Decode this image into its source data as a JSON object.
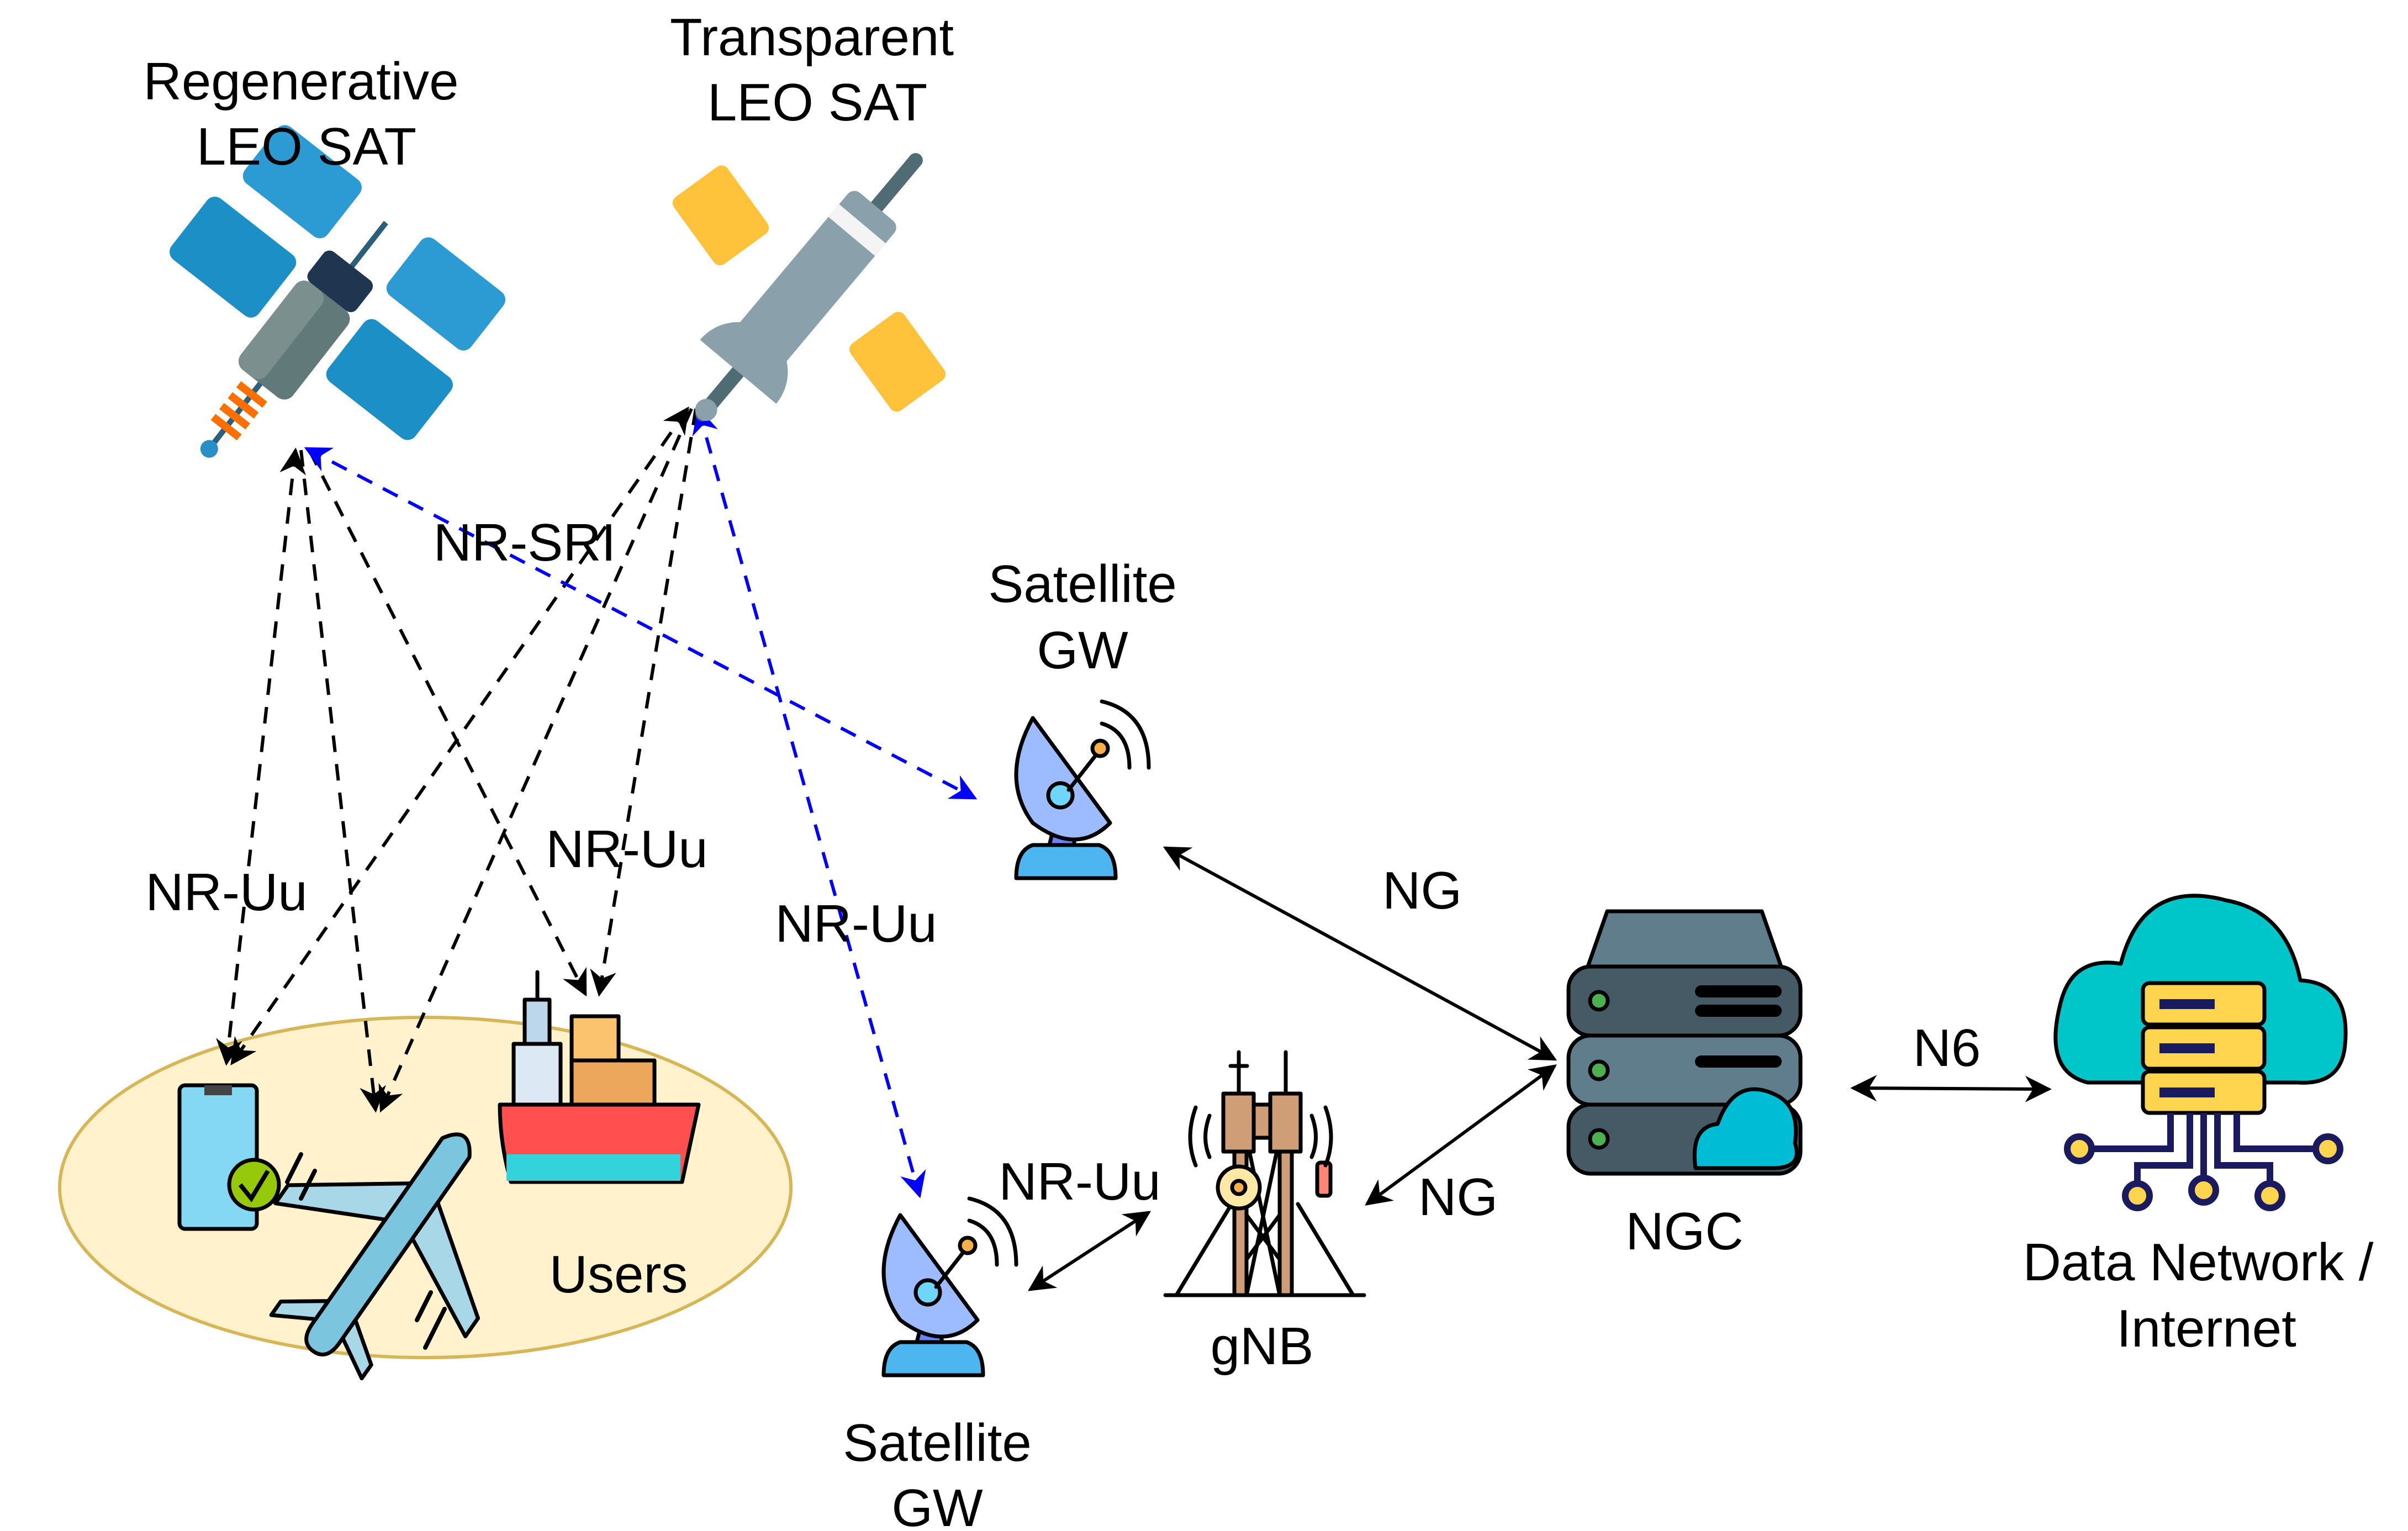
{
  "title": "NTN satellite access architecture",
  "nodes": {
    "regenerative_sat": {
      "label_line1": "Regenerative",
      "label_line2": "LEO SAT"
    },
    "transparent_sat": {
      "label_line1": "Transparent",
      "label_line2": "LEO SAT"
    },
    "sat_gw_top": {
      "label_line1": "Satellite",
      "label_line2": "GW"
    },
    "sat_gw_bottom": {
      "label_line1": "Satellite",
      "label_line2": "GW"
    },
    "gnb": {
      "label": "gNB"
    },
    "ngc": {
      "label": "NGC"
    },
    "data_network": {
      "label_line1": "Data Network /",
      "label_line2": "Internet"
    },
    "users": {
      "label": "Users",
      "members": [
        "smartphone",
        "airplane",
        "cargo-ship"
      ]
    }
  },
  "links": {
    "nr_sri": "NR-SRI",
    "nr_uu_left": "NR-Uu",
    "nr_uu_mid": "NR-Uu",
    "nr_uu_right": "NR-Uu",
    "nr_uu_gw_gnb": "NR-Uu",
    "ng_top": "NG",
    "ng_bottom": "NG",
    "n6": "N6"
  },
  "colors": {
    "user_link": "#000000",
    "feeder_link": "#0000ff",
    "users_area_fill": "#fff2cc",
    "users_area_stroke": "#d6b656"
  }
}
